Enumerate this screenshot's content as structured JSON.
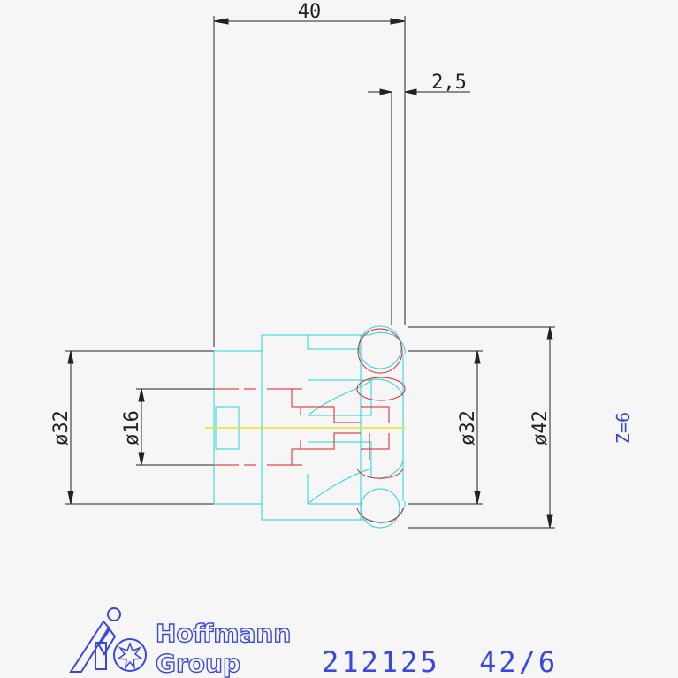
{
  "dimensions": {
    "width_top": "40",
    "offset_top": "2,5",
    "left_outer": "ø32",
    "left_inner": "ø16",
    "right_inner": "ø32",
    "right_outer": "ø42"
  },
  "teeth_note": "Z=6",
  "logo": {
    "line1": "Hoffmann",
    "line2": "Group"
  },
  "part_number": "212125  42/6",
  "colors": {
    "cyan": "#21d6d6",
    "red": "#e0202a",
    "yellow": "#e8e02a",
    "dim_line": "#222222",
    "blue_text": "#3b48e0",
    "background": "#f6f6f6"
  }
}
